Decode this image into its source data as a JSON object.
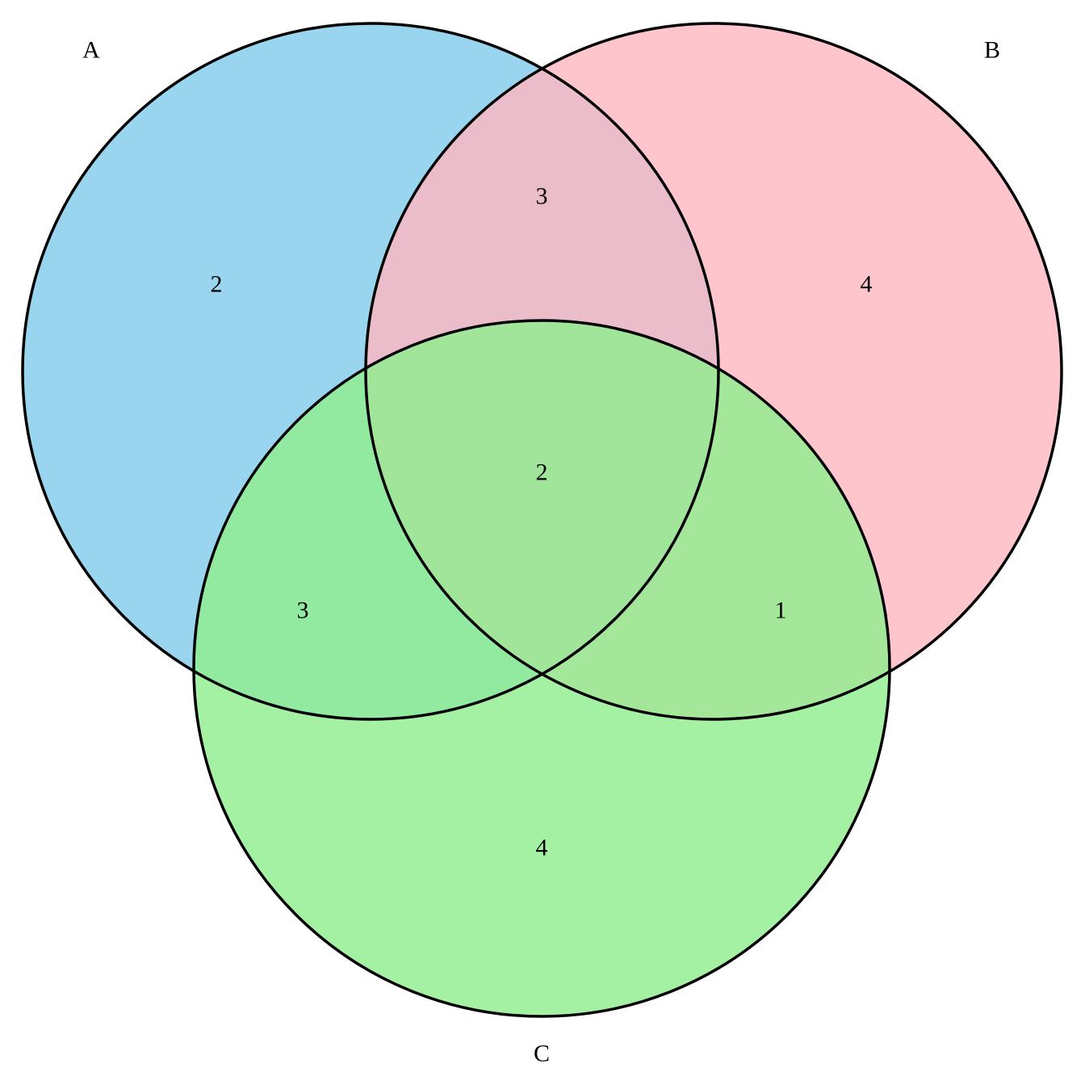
{
  "sets": [
    {
      "key": "A",
      "label": "A",
      "color": "#87CEEB"
    },
    {
      "key": "B",
      "label": "B",
      "color": "#FFB6C1"
    },
    {
      "key": "C",
      "label": "C",
      "color": "#90EE90"
    }
  ],
  "regions": {
    "A_only": "2",
    "B_only": "4",
    "C_only": "4",
    "A_B": "3",
    "A_C": "3",
    "B_C": "1",
    "A_B_C": "2"
  }
}
